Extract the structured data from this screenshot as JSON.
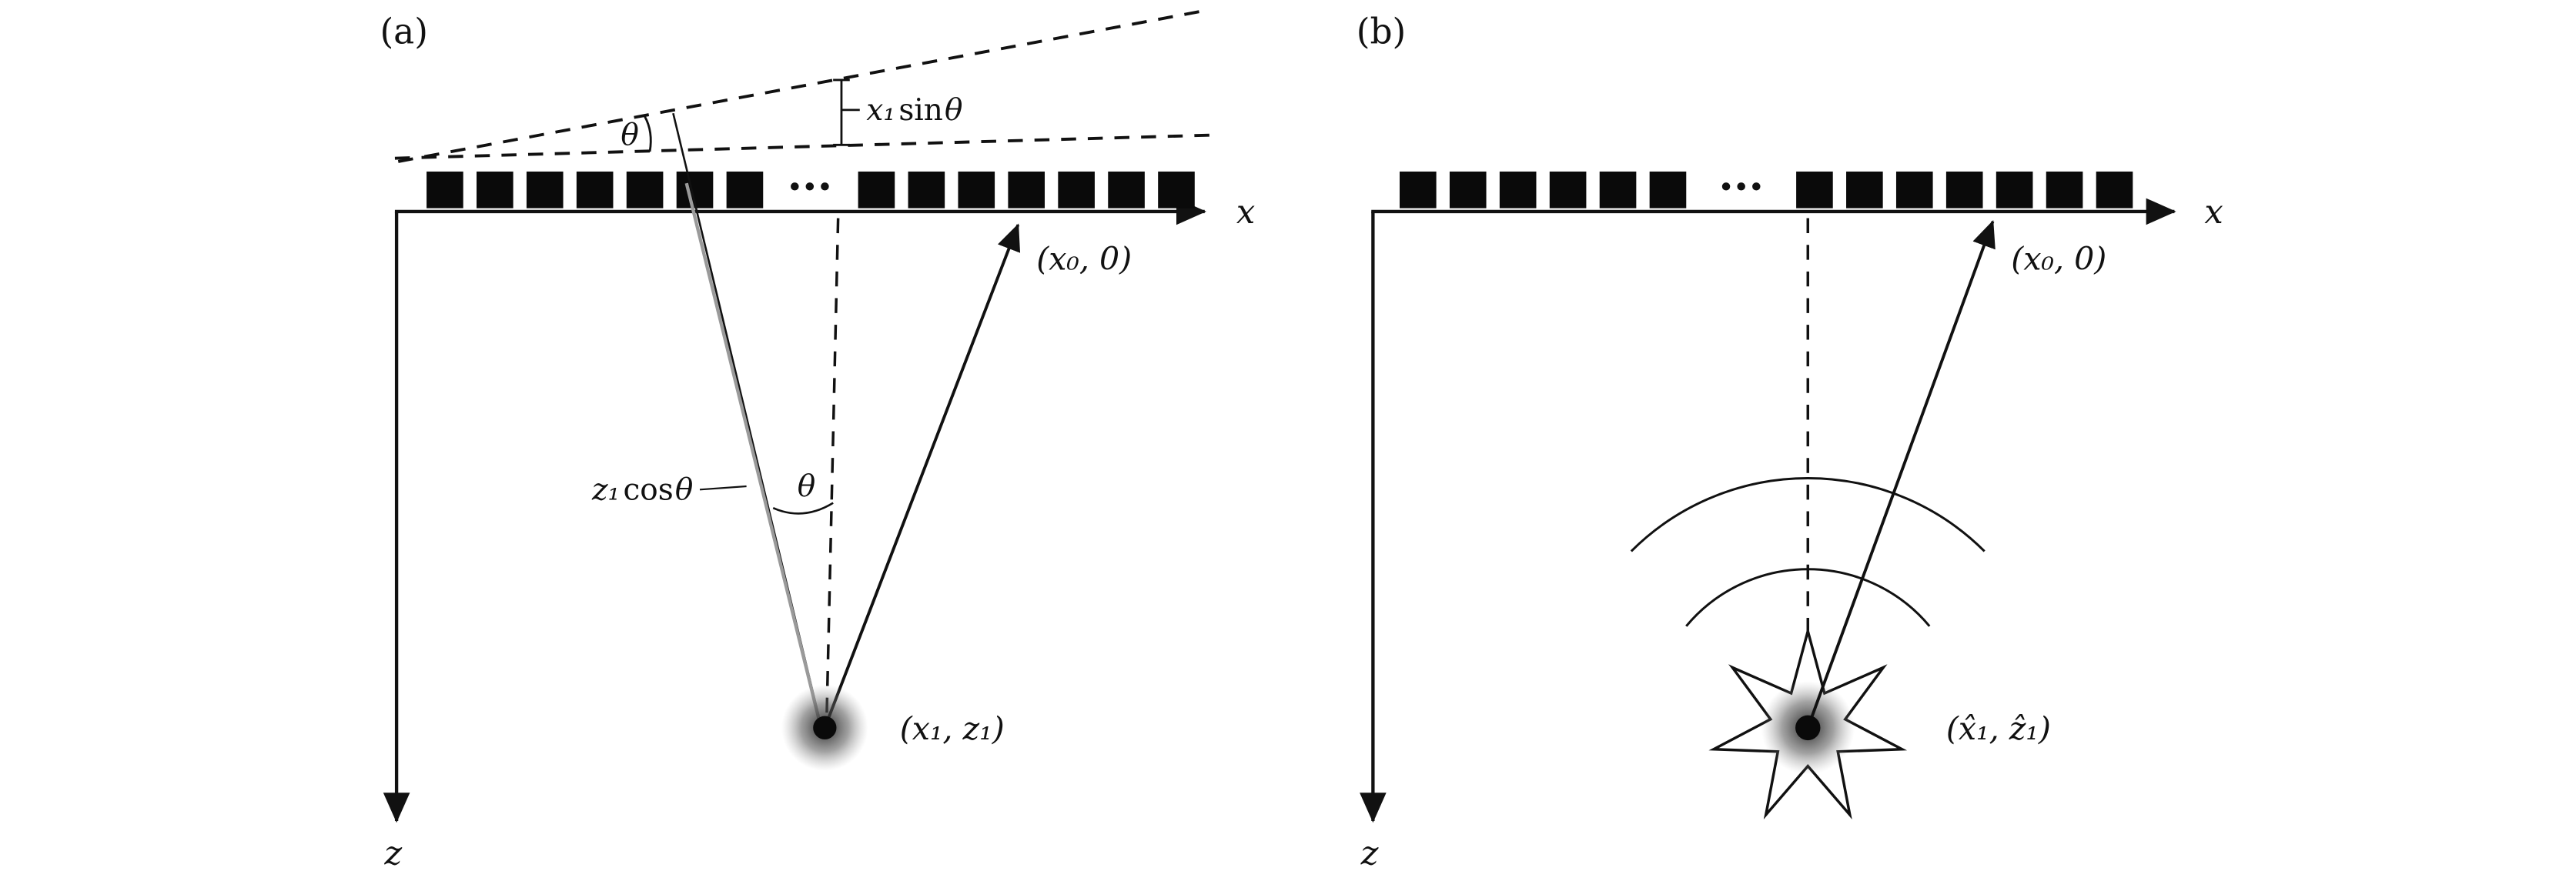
{
  "figure": {
    "panels": {
      "a": {
        "label": "(a)",
        "x_axis": "x",
        "z_axis": "z",
        "theta_top": "θ",
        "delay": {
          "var": "x₁",
          "fn": "sin",
          "angle": "θ"
        },
        "depth": {
          "var": "z₁",
          "fn": "cos",
          "angle": "θ"
        },
        "theta_bottom": "θ",
        "point_receive": "(x₀, 0)",
        "point_scatterer": "(x₁, z₁)",
        "dots": "···"
      },
      "b": {
        "label": "(b)",
        "x_axis": "x",
        "z_axis": "z",
        "point_receive": "(x₀, 0)",
        "point_scatterer": "(x̂₁, ẑ₁)",
        "dots": "···"
      }
    },
    "colors": {
      "ink": "#111111",
      "gray_line": "#9a9a9a"
    }
  }
}
